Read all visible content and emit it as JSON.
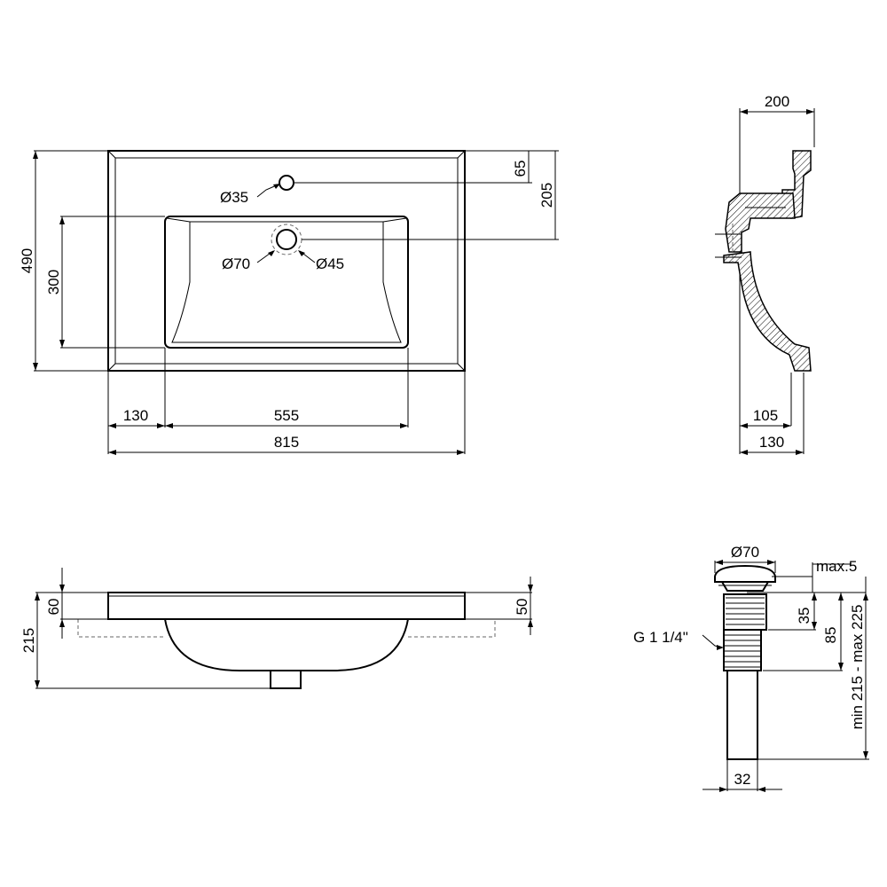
{
  "top_view": {
    "dim_width_total": "815",
    "dim_left_offset": "130",
    "dim_bowl_width": "555",
    "dim_depth_total": "490",
    "dim_bowl_depth": "300",
    "dim_tap_hole_offset": "65",
    "dim_drain_offset": "205",
    "label_tap_hole": "Ø35",
    "label_drain_outer": "Ø70",
    "label_drain_inner": "Ø45"
  },
  "side_view": {
    "dim_top_depth": "200",
    "dim_bottom_inner": "105",
    "dim_bottom_outer": "130"
  },
  "front_view": {
    "dim_height_total": "215",
    "dim_rim_left": "60",
    "dim_rim_right": "50"
  },
  "drain_view": {
    "dim_cap": "Ø70",
    "dim_max": "max.5",
    "dim_35": "35",
    "dim_85": "85",
    "dim_range": "min 215 - max 225",
    "dim_pipe": "32",
    "label_thread": "G 1 1/4\""
  }
}
